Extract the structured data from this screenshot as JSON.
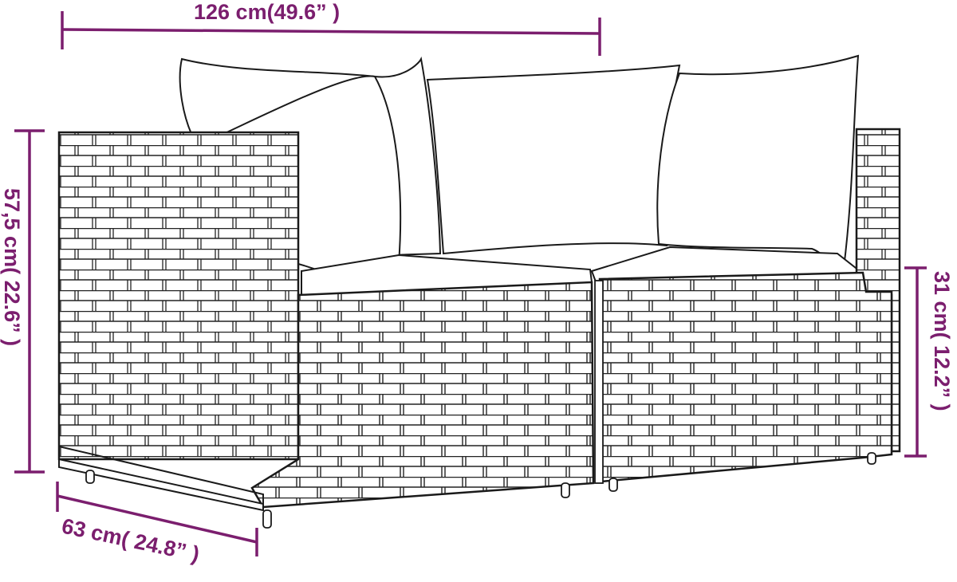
{
  "diagram": {
    "subject": "2-piece rattan corner sofa set with cushions",
    "accent_color": "#7b1e6e",
    "line_color": "#1a1a1a",
    "dimensions": {
      "width": {
        "label": "126 cm(49.6”  )",
        "value_cm": 126,
        "value_in": 49.6
      },
      "height": {
        "label": "57,5 cm( 22.6”  )",
        "value_cm": 57.5,
        "value_in": 22.6
      },
      "seat_height": {
        "label": "31 cm( 12.2”  )",
        "value_cm": 31,
        "value_in": 12.2
      },
      "depth": {
        "label": "63 cm( 24.8”  )",
        "value_cm": 63,
        "value_in": 24.8
      }
    }
  }
}
